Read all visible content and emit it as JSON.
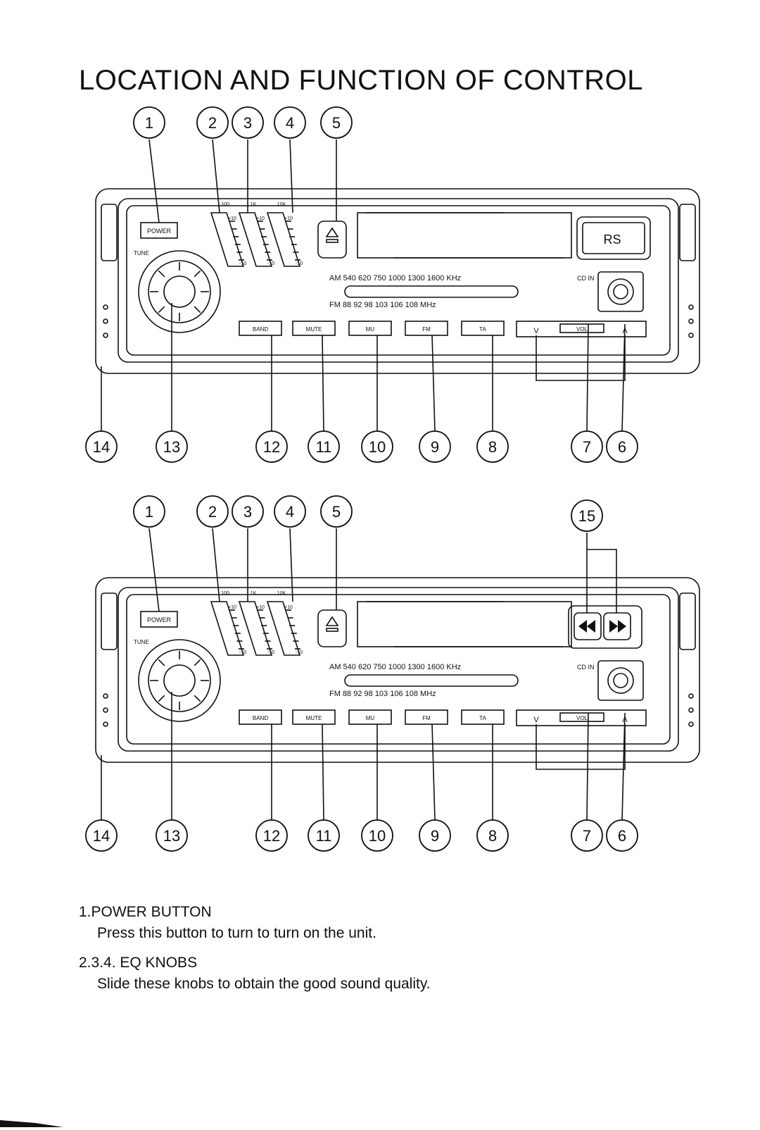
{
  "title": "LOCATION AND FUNCTION OF CONTROL",
  "callouts_top": [
    "1",
    "2",
    "3",
    "4",
    "5",
    "6",
    "7",
    "8",
    "9",
    "10",
    "11",
    "12",
    "13",
    "14"
  ],
  "callouts_bottom": [
    "1",
    "2",
    "3",
    "4",
    "5",
    "6",
    "7",
    "8",
    "9",
    "10",
    "11",
    "12",
    "13",
    "14",
    "15"
  ],
  "labels": {
    "power": "POWER",
    "tune": "TUNE",
    "band": "BAND",
    "mute": "MUTE",
    "mu": "MU",
    "fm": "FM",
    "ta": "TA",
    "vol": "VOL",
    "vol_down": "V",
    "vol_up": "Λ",
    "cd_in": "CD IN",
    "eq_100": "100",
    "eq_1k": "1K",
    "eq_10k": "10K",
    "eq_plus10": "+10",
    "eq_minus10": "-10",
    "rds": "RS",
    "am_scale": "AM 540   620  750  1000    1300  1600  KHz",
    "fm_scale": "FM   88    92     98    103      106   108   MHz"
  },
  "sections": [
    {
      "heading": "1.POWER BUTTON",
      "body": "Press this button to turn to turn on the unit."
    },
    {
      "heading": "2.3.4. EQ KNOBS",
      "body": "Slide these knobs to obtain the good sound quality."
    }
  ]
}
